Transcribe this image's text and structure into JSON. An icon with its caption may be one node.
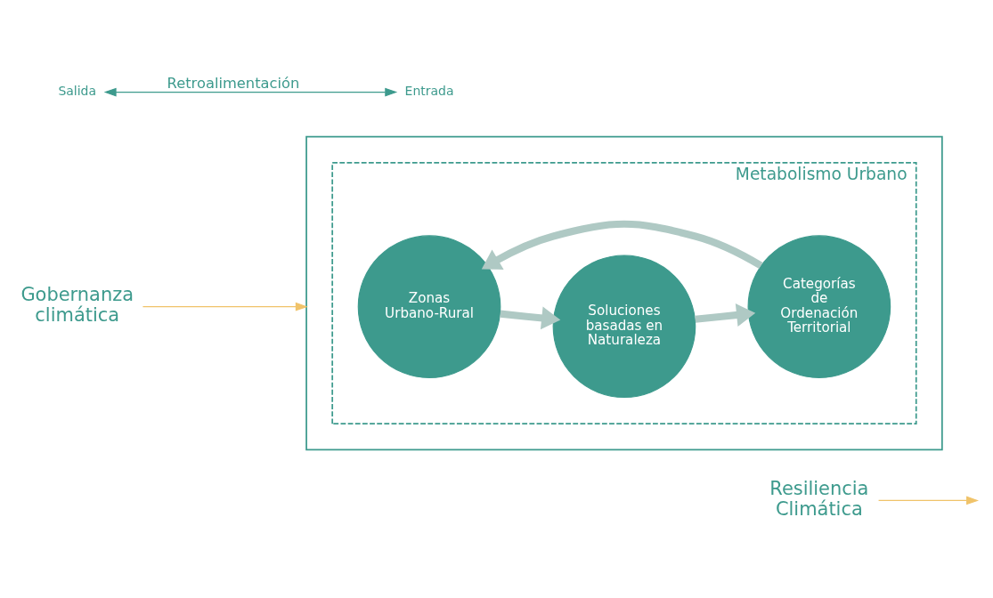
{
  "diagram": {
    "nodes": [
      {
        "text": [],
        "shape": "box"
      },
      {
        "text": [
          "Metabolismo Urbano"
        ],
        "in": 0
      },
      {
        "text": [
          "Zonas Urbano-Rural"
        ],
        "in": 1
      },
      {
        "text": [
          "Categorías de Ordenación Territorial"
        ],
        "in": 1
      },
      {
        "text": [
          "Soluciones basadas en Naturaleza"
        ],
        "in": 1
      },
      {
        "text": [
          "Gobernanza climática"
        ]
      },
      {
        "text": [
          "Resiliencia Climática"
        ]
      },
      {
        "text": [
          "Entrada"
        ]
      },
      {
        "text": [
          "Salida"
        ]
      }
    ],
    "edges": [
      {
        "from": 5,
        "to": 0,
        "arrow": "to",
        "color": "#f0c36a"
      },
      {
        "from": 2,
        "to": 4,
        "arrow": "to",
        "style": "thick",
        "color": "#afc9c4"
      },
      {
        "from": 4,
        "to": 3,
        "arrow": "to",
        "style": "thick",
        "color": "#afc9c4"
      },
      {
        "from": 3,
        "to": 2,
        "arrow": "to",
        "style": "thick",
        "color": "#afc9c4"
      },
      {
        "from": 6,
        "to": null,
        "arrow": "to",
        "color": "#f0c36a"
      },
      {
        "from": 8,
        "to": 7,
        "arrow": "both",
        "label": "Retroalimentación",
        "color": "#3d9a8d"
      }
    ]
  }
}
